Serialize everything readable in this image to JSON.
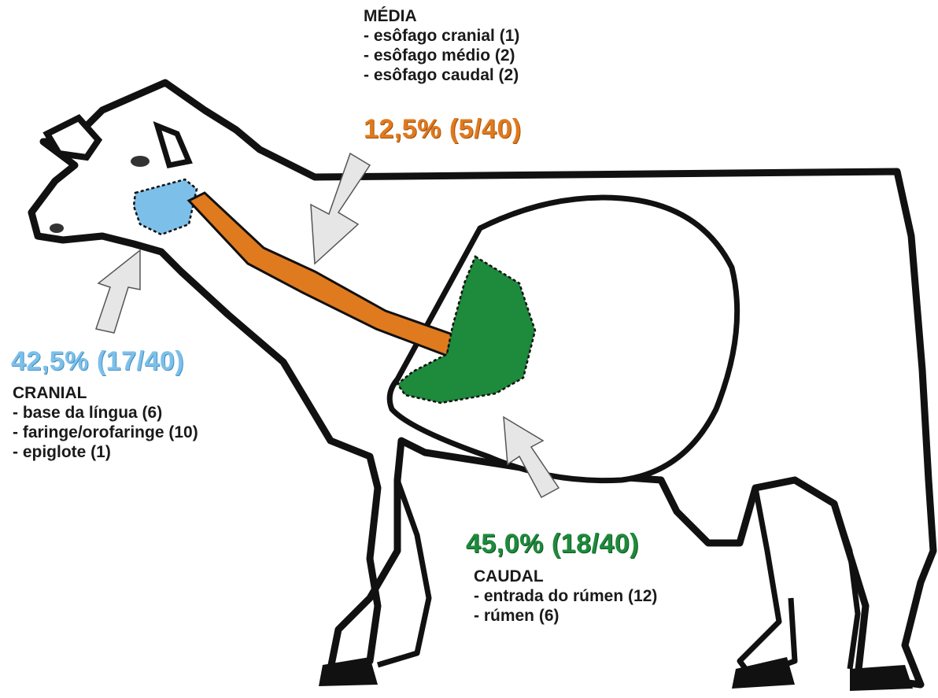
{
  "media": {
    "title": "MÉDIA",
    "items": [
      "- esôfago cranial (1)",
      "- esôfago médio  (2)",
      "- esôfago caudal (2)"
    ],
    "percent": "12,5% (5/40)"
  },
  "cranial": {
    "title": "CRANIAL",
    "items": [
      "- base da língua (6)",
      "- faringe/orofaringe (10)",
      "- epiglote (1)"
    ],
    "percent": "42,5% (17/40)"
  },
  "caudal": {
    "title": "CAUDAL",
    "items": [
      "- entrada do rúmen (12)",
      "- rúmen (6)"
    ],
    "percent": "45,0% (18/40)"
  },
  "colors": {
    "cranial_region": "#7CC0EA",
    "esophagus": "#E07A1E",
    "rumen_entry": "#1E8A3C",
    "outline": "#111111",
    "arrow": "#E6E6E6"
  }
}
